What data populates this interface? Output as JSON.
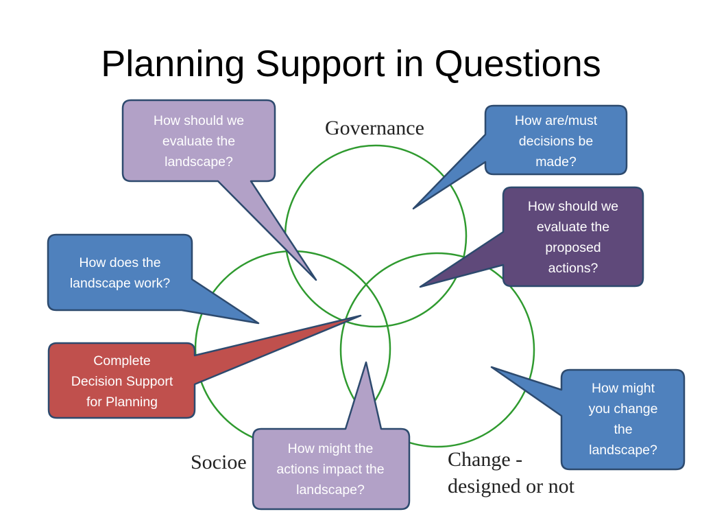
{
  "title": "Planning Support in Questions",
  "colors": {
    "circle_stroke": "#2f9a2f",
    "lavender": "#b2a1c7",
    "blue": "#4f81bd",
    "purple": "#5f497a",
    "red": "#c0504d",
    "border": "#2d4a6e"
  },
  "circle_labels": {
    "governance": "Governance",
    "socio": "Socioe",
    "change_line1": "Change -",
    "change_line2": "designed or not"
  },
  "callouts": {
    "evaluate_landscape": [
      "How should we",
      "evaluate the",
      "landscape?"
    ],
    "decisions_made": [
      "How are/must",
      "decisions be",
      "made?"
    ],
    "evaluate_actions": [
      "How should we",
      "evaluate  the",
      "proposed",
      "actions?"
    ],
    "landscape_work": [
      "How does the",
      "landscape work?"
    ],
    "complete_support": [
      "Complete",
      "Decision Support",
      "for Planning"
    ],
    "change_landscape": [
      "How might",
      "you change",
      "the",
      "landscape?"
    ],
    "actions_impact": [
      "How might the",
      "actions impact the",
      "landscape?"
    ]
  }
}
